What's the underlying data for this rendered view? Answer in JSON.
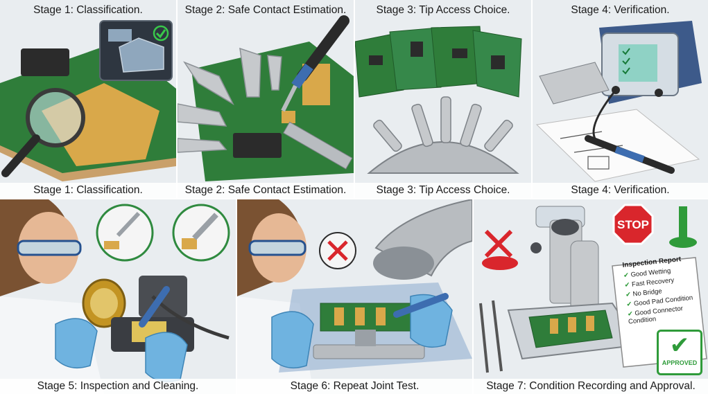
{
  "panels": [
    {
      "top_caption": "Stage 1: Classification.",
      "bottom_caption": "Stage 1: Classification."
    },
    {
      "top_caption": "Stage 2: Safe Contact Estimation.",
      "bottom_caption": "Stage 2: Safe Contact Estimation."
    },
    {
      "top_caption": "Stage 3: Tip Access Choice.",
      "bottom_caption": "Stage 3: Tip Access Choice."
    },
    {
      "top_caption": "Stage 4: Verification.",
      "bottom_caption": "Stage 4: Verification."
    },
    {
      "bottom_caption": "Stage 5: Inspection and Cleaning."
    },
    {
      "bottom_caption": "Stage 6: Repeat Joint Test."
    },
    {
      "bottom_caption": "Stage 7: Condition Recording and Approval."
    }
  ],
  "stop_sign": "STOP",
  "report": {
    "title": "Inspection Report",
    "items": [
      "Good Wetting",
      "Fast Recovery",
      "No Bridge",
      "Good Pad Condition",
      "Good Connector Condition"
    ],
    "stamp": "APPROVED"
  },
  "colors": {
    "pcb": "#2f7d3a",
    "pad": "#d9a84a",
    "glove": "#6fb3e0",
    "stop": "#d9262c",
    "approved": "#2f9b3a"
  },
  "icons": [
    "magnifier-icon",
    "check-icon",
    "cross-icon",
    "stop-sign-icon",
    "approved-stamp-icon"
  ]
}
